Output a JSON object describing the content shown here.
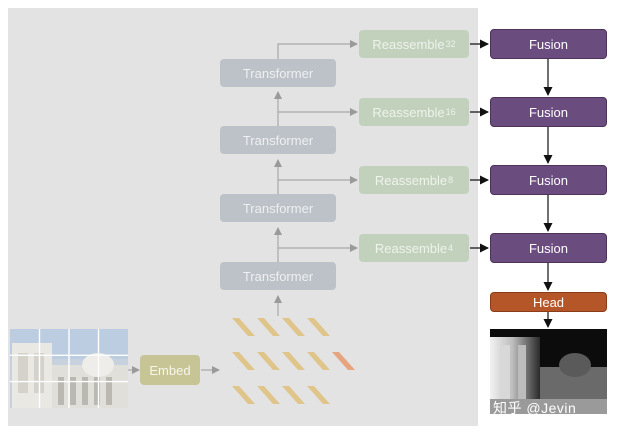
{
  "transformers": [
    {
      "label": "Transformer"
    },
    {
      "label": "Transformer"
    },
    {
      "label": "Transformer"
    },
    {
      "label": "Transformer"
    }
  ],
  "reassembles": [
    {
      "label": "Reassemble",
      "subscript": "32"
    },
    {
      "label": "Reassemble",
      "subscript": "16"
    },
    {
      "label": "Reassemble",
      "subscript": "8"
    },
    {
      "label": "Reassemble",
      "subscript": "4"
    }
  ],
  "fusions": [
    {
      "label": "Fusion"
    },
    {
      "label": "Fusion"
    },
    {
      "label": "Fusion"
    },
    {
      "label": "Fusion"
    }
  ],
  "head": {
    "label": "Head"
  },
  "embed": {
    "label": "Embed"
  },
  "watermark": "知乎 @Jevin",
  "colors": {
    "panel": "#e3e3e3",
    "transformer": "#bcc2c8",
    "reassemble": "#c2d1bc",
    "fusion": "#6b4c7f",
    "head": "#b55628",
    "embed": "#c7c596",
    "token": "#e0c58a",
    "token_special": "#e6a57f",
    "arrow_light": "#9a9a9a",
    "arrow_dark": "#111111"
  }
}
